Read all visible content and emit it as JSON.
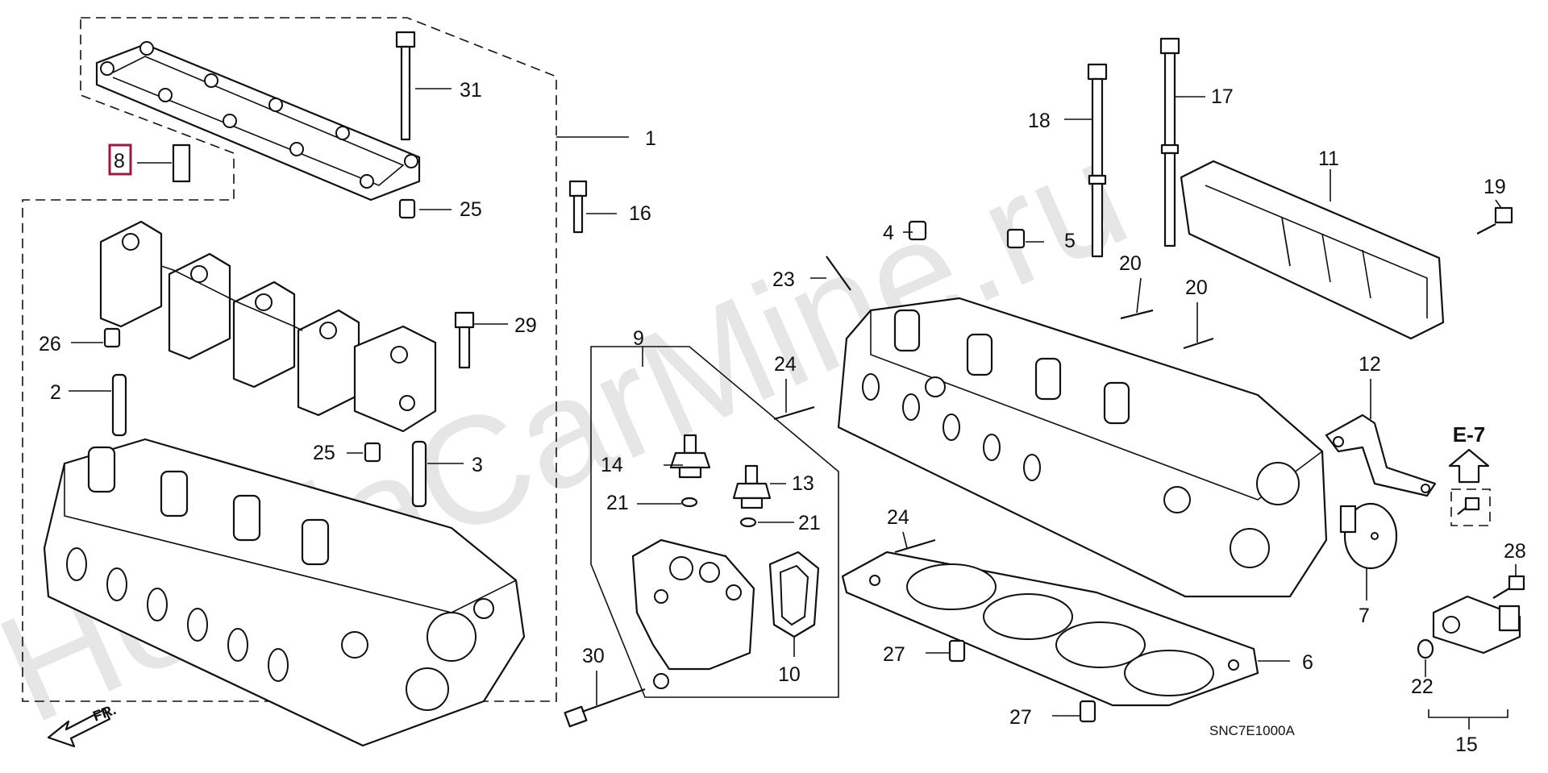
{
  "watermark": "HondaCarMine.ru",
  "diagram_code": "SNC7E1000A",
  "direction_label": "FR.",
  "reference_label": "E-7",
  "callouts": {
    "c1": "1",
    "c2": "2",
    "c3": "3",
    "c4": "4",
    "c5": "5",
    "c6": "6",
    "c7": "7",
    "c8": "8",
    "c9": "9",
    "c10": "10",
    "c11": "11",
    "c12": "12",
    "c13": "13",
    "c14": "14",
    "c15": "15",
    "c16": "16",
    "c17": "17",
    "c18": "18",
    "c19": "19",
    "c20a": "20",
    "c20b": "20",
    "c21a": "21",
    "c21b": "21",
    "c22": "22",
    "c23": "23",
    "c24a": "24",
    "c24b": "24",
    "c25a": "25",
    "c25b": "25",
    "c26": "26",
    "c27a": "27",
    "c27b": "27",
    "c28": "28",
    "c29": "29",
    "c30": "30",
    "c31": "31"
  },
  "highlighted_callout": "8",
  "colors": {
    "highlight": "#9b1b3a",
    "line": "#111111",
    "watermark": "#e6e6e6"
  }
}
